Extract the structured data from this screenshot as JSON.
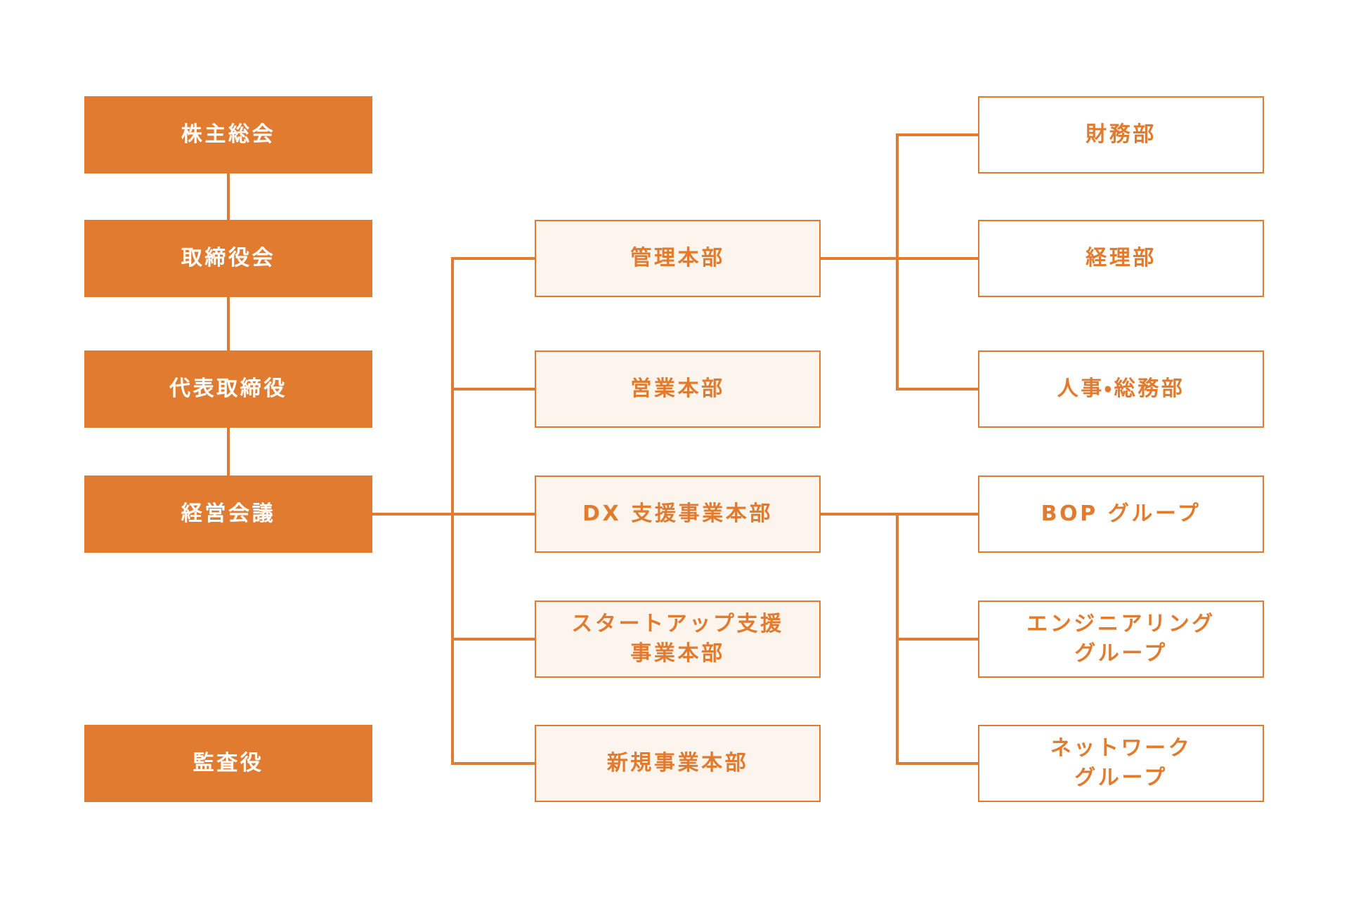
{
  "colors": {
    "accent": "#E07B30",
    "division_fill": "#FBF5EE",
    "department_fill": "#FFFFFF",
    "governance_text": "#FFFFFF",
    "canvas_background": "#FFFFFF"
  },
  "org_chart": {
    "governance_nodes": [
      {
        "label": "株主総会"
      },
      {
        "label": "取締役会"
      },
      {
        "label": "代表取締役"
      },
      {
        "label": "経営会議"
      },
      {
        "label": "監査役"
      }
    ],
    "division_nodes": [
      {
        "label": "管理本部"
      },
      {
        "label": "営業本部"
      },
      {
        "label": "DX 支援事業本部"
      },
      {
        "label": "スタートアップ支援\n事業本部"
      },
      {
        "label": "新規事業本部"
      }
    ],
    "department_nodes": [
      {
        "label": "財務部"
      },
      {
        "label": "経理部"
      },
      {
        "label": "人事・総務部"
      },
      {
        "label": "BOP グループ"
      },
      {
        "label": "エンジニアリング\nグループ"
      },
      {
        "label": "ネットワーク\nグループ"
      }
    ]
  }
}
